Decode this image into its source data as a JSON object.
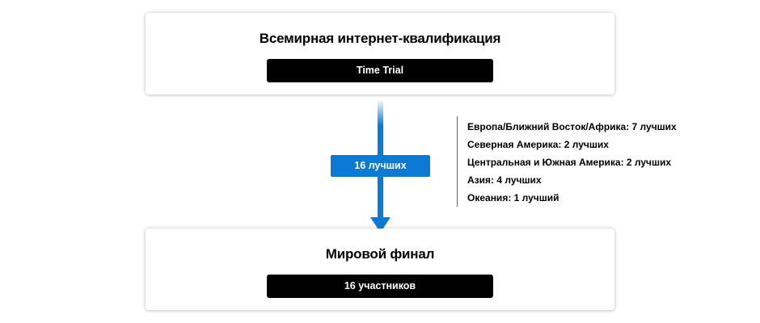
{
  "qualifier": {
    "title": "Всемирная интернет-квалификация",
    "format": "Time Trial"
  },
  "advance": {
    "label": "16 лучших"
  },
  "regions": [
    "Европа/Ближний Восток/Африка: 7 лучших",
    "Северная Америка: 2 лучших",
    "Центральная и Южная Америка: 2 лучших",
    "Азия: 4 лучших",
    "Океания: 1 лучший"
  ],
  "final": {
    "title": "Мировой финал",
    "participants": "16 участников"
  },
  "colors": {
    "arrow": "#0a7ad4",
    "badge": "#0a7ad4",
    "bar": "#000000"
  }
}
